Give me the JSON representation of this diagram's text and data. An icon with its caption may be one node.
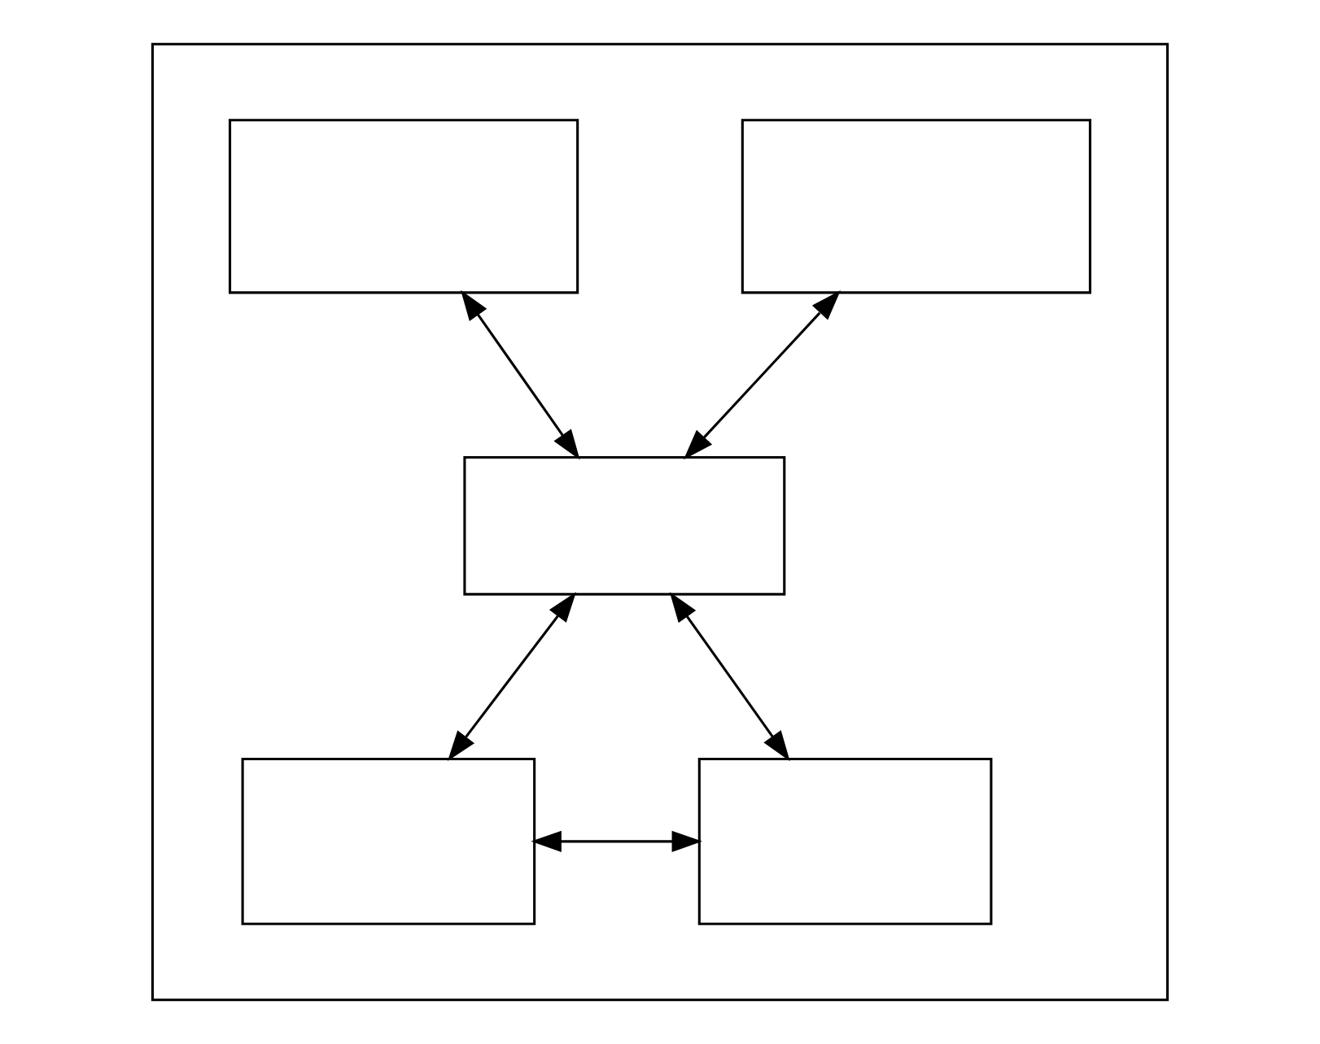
{
  "diagram": {
    "nodes": [
      {
        "text": [],
        "shape": "box"
      },
      {
        "text": [],
        "shape": "box",
        "in": 0
      },
      {
        "text": [],
        "shape": "box",
        "in": 0
      },
      {
        "text": [],
        "shape": "box",
        "in": 0
      },
      {
        "text": [],
        "shape": "box",
        "in": 0
      },
      {
        "text": [],
        "shape": "box",
        "in": 0
      }
    ],
    "edges": [
      {
        "from": 1,
        "to": 3,
        "arrow": "both"
      },
      {
        "from": 2,
        "to": 3,
        "arrow": "both"
      },
      {
        "from": 3,
        "to": 4,
        "arrow": "both"
      },
      {
        "from": 3,
        "to": 5,
        "arrow": "both"
      },
      {
        "from": 4,
        "to": 5,
        "arrow": "both"
      }
    ]
  }
}
